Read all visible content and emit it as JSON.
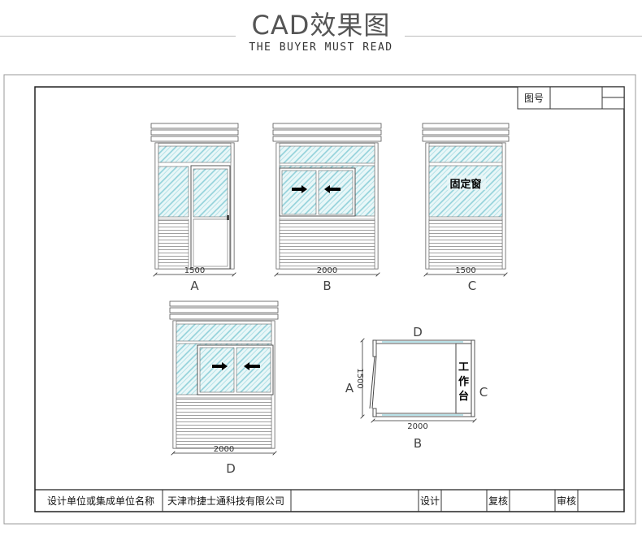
{
  "header": {
    "title": "CAD效果图",
    "subtitle": "THE BUYER MUST READ"
  },
  "drawing": {
    "figure_no_label": "图号",
    "views": {
      "A": {
        "letter": "A",
        "width_dim": "1500"
      },
      "B": {
        "letter": "B",
        "width_dim": "2000"
      },
      "C": {
        "letter": "C",
        "width_dim": "1500",
        "fixed_window_label": "固定窗"
      },
      "D": {
        "letter": "D",
        "width_dim": "2000"
      }
    },
    "plan": {
      "label_top": "D",
      "label_bottom": "B",
      "label_left": "A",
      "label_right": "C",
      "width_dim": "2000",
      "depth_dim": "1500",
      "desk_label": [
        "工",
        "作",
        "台"
      ]
    },
    "title_block": {
      "design_unit_label": "设计单位或集成单位名称",
      "company_name": "天津市捷士通科技有限公司",
      "design_label": "设计",
      "review_label": "复核",
      "audit_label": "审核"
    }
  }
}
